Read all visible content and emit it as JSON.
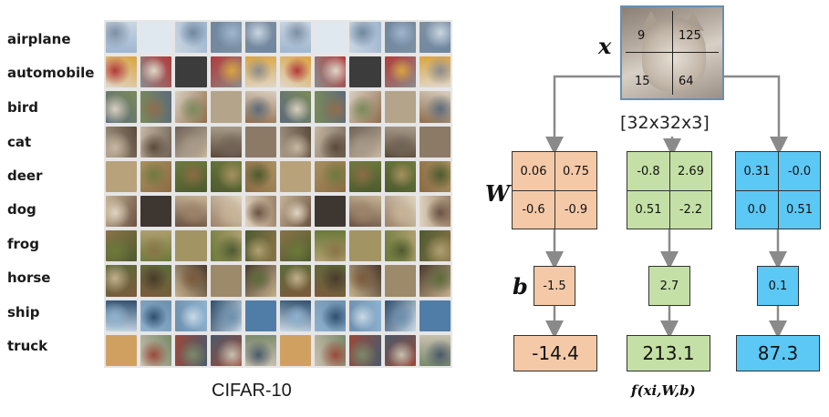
{
  "dataset": {
    "classes": [
      "airplane",
      "automobile",
      "bird",
      "cat",
      "deer",
      "dog",
      "frog",
      "horse",
      "ship",
      "truck"
    ],
    "caption": "CIFAR-10"
  },
  "diagram": {
    "x_label": "x",
    "x_pixels": [
      "9",
      "125",
      "15",
      "64"
    ],
    "x_dims": "[32x32x3]",
    "w_label": "W",
    "b_label": "b",
    "function_label": "f(xi,W,b)",
    "columns": [
      {
        "color": "#f4c9a8",
        "weights": [
          "0.06",
          "0.75",
          "-0.6",
          "-0.9"
        ],
        "bias": "-1.5",
        "score": "-14.4"
      },
      {
        "color": "#c5e0a6",
        "weights": [
          "-0.8",
          "2.69",
          "0.51",
          "-2.2"
        ],
        "bias": "2.7",
        "score": "213.1"
      },
      {
        "color": "#5bc8f5",
        "weights": [
          "0.31",
          "-0.0",
          "0.0",
          "0.51"
        ],
        "bias": "0.1",
        "score": "87.3"
      }
    ]
  }
}
